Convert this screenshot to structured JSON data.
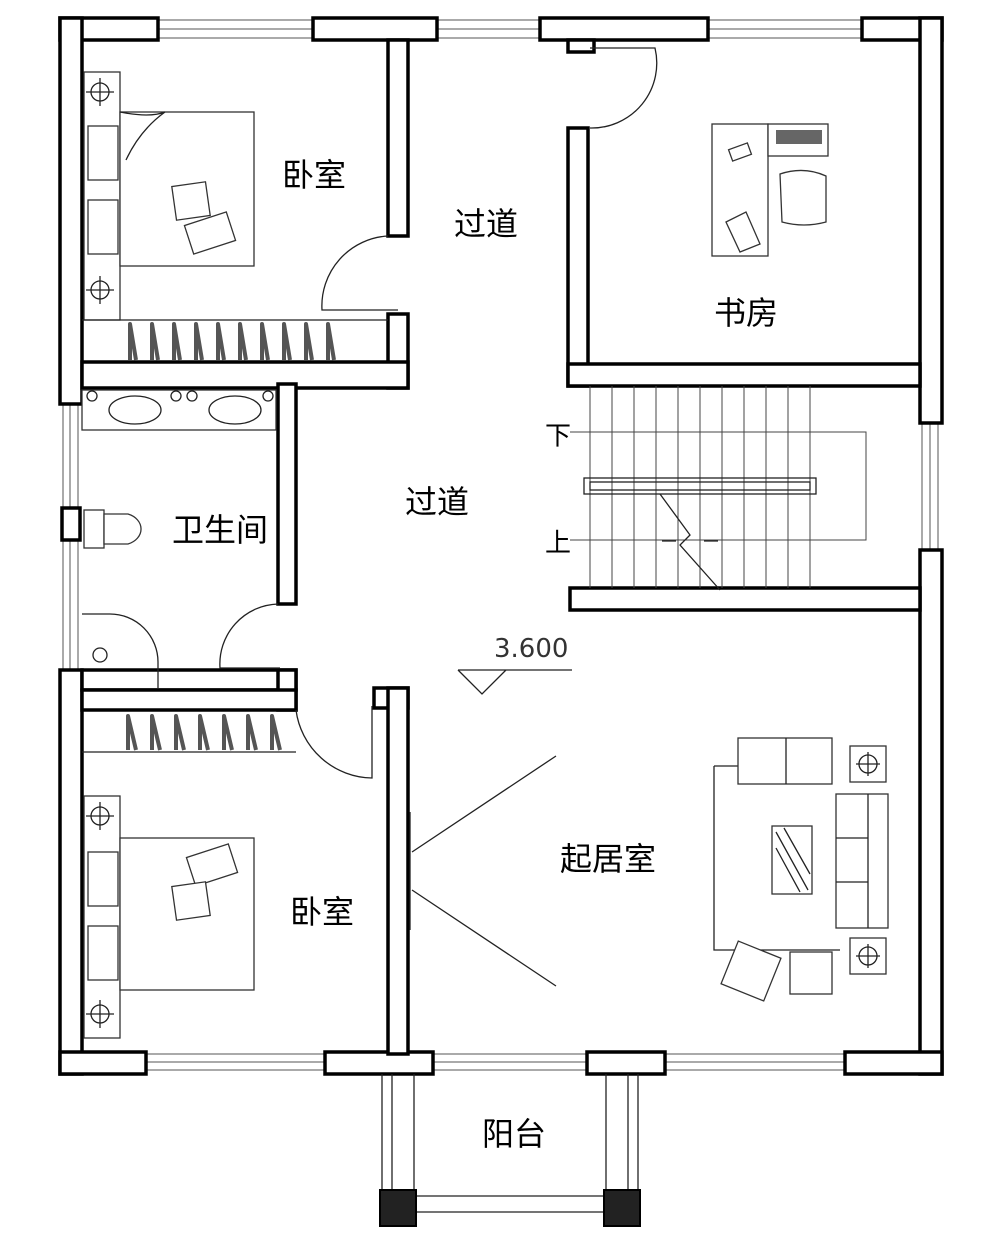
{
  "rooms": {
    "bedroom_top": "卧室",
    "corridor_top": "过道",
    "study": "书房",
    "bathroom": "卫生间",
    "corridor_middle": "过道",
    "living_room": "起居室",
    "bedroom_bottom": "卧室",
    "balcony": "阳台"
  },
  "stairs": {
    "down": "下",
    "up": "上"
  },
  "elevation": "3.600"
}
